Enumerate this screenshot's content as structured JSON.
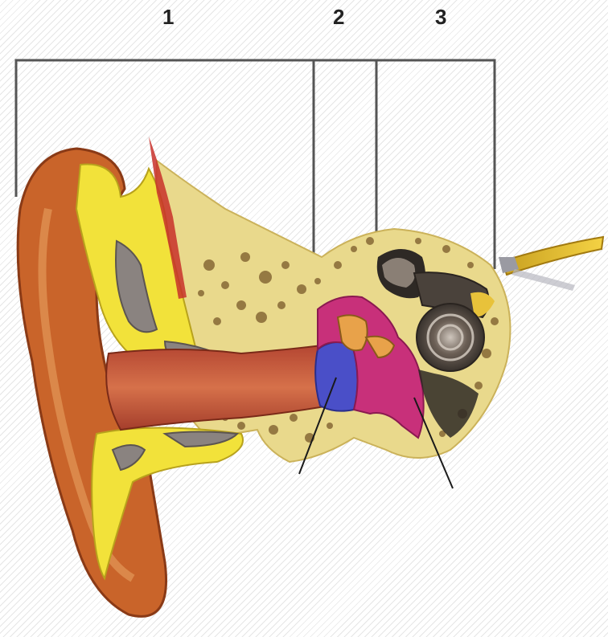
{
  "labels": {
    "one": "1",
    "two": "2",
    "three": "3"
  },
  "colors": {
    "outer_ear_skin": "#c9642a",
    "outer_ear_highlight": "#e2904e",
    "ear_canal": "#c8553a",
    "cartilage": "#f2e23a",
    "bone": "#e8d88a",
    "bone_pores": "#7a5a2a",
    "eardrum": "#4a4fc8",
    "middle_ear": "#c8307a",
    "cochlea": "#5a4e44",
    "nerve": "#e8c23a",
    "bracket_line": "#555555"
  }
}
